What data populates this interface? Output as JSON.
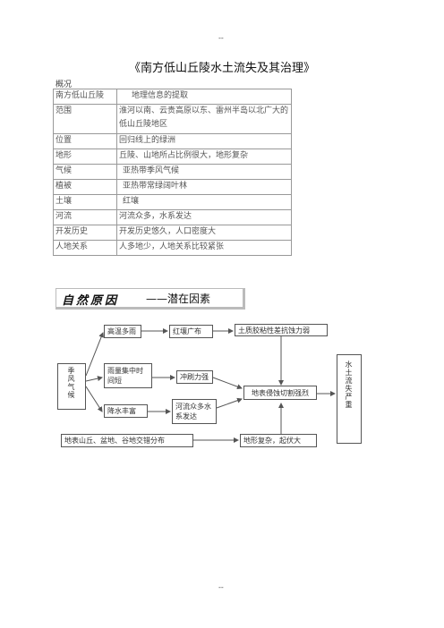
{
  "header_mark": "--",
  "footer_mark": "--",
  "title": "《南方低山丘陵水土流失及其治理》",
  "overview_label": "概况",
  "info_table": [
    {
      "key": "南方低山丘陵",
      "value": "地理信息的提取"
    },
    {
      "key": "范围",
      "value": "淮河以南、云贵高原以东、雷州半岛以北广大的低山丘陵地区"
    },
    {
      "key": "位置",
      "value": "回归线上的绿洲"
    },
    {
      "key": "地形",
      "value": "丘陵、山地所占比例很大，地形复杂"
    },
    {
      "key": "气候",
      "value": "亚热带季风气候"
    },
    {
      "key": "植被",
      "value": "亚热带常绿阔叶林"
    },
    {
      "key": "土壤",
      "value": "红壤"
    },
    {
      "key": "河流",
      "value": "河流众多，水系发达"
    },
    {
      "key": "开发历史",
      "value": "开发历史悠久，人口密度大"
    },
    {
      "key": "人地关系",
      "value": "人多地少，人地关系比较紧张"
    }
  ],
  "diagram": {
    "banner_title": "自然原因",
    "banner_subtitle": "——潜在因素",
    "nodes": {
      "monsoon": "季风气候",
      "hot_rainy": "高温多雨",
      "red_soil": "红壤广布",
      "soil_weak": "土质胶粘性差抗蚀力弱",
      "concentrated_rain": "雨量集中时间短",
      "scour": "冲刷力强",
      "erosion": "地表侵蚀切割强烈",
      "abundant_rain": "降水丰富",
      "rivers": "河流众多水系发达",
      "landform": "地表山丘、盆地、谷地交错分布",
      "complex_terrain": "地形复杂，起伏大",
      "result": "水土流失严重"
    }
  }
}
